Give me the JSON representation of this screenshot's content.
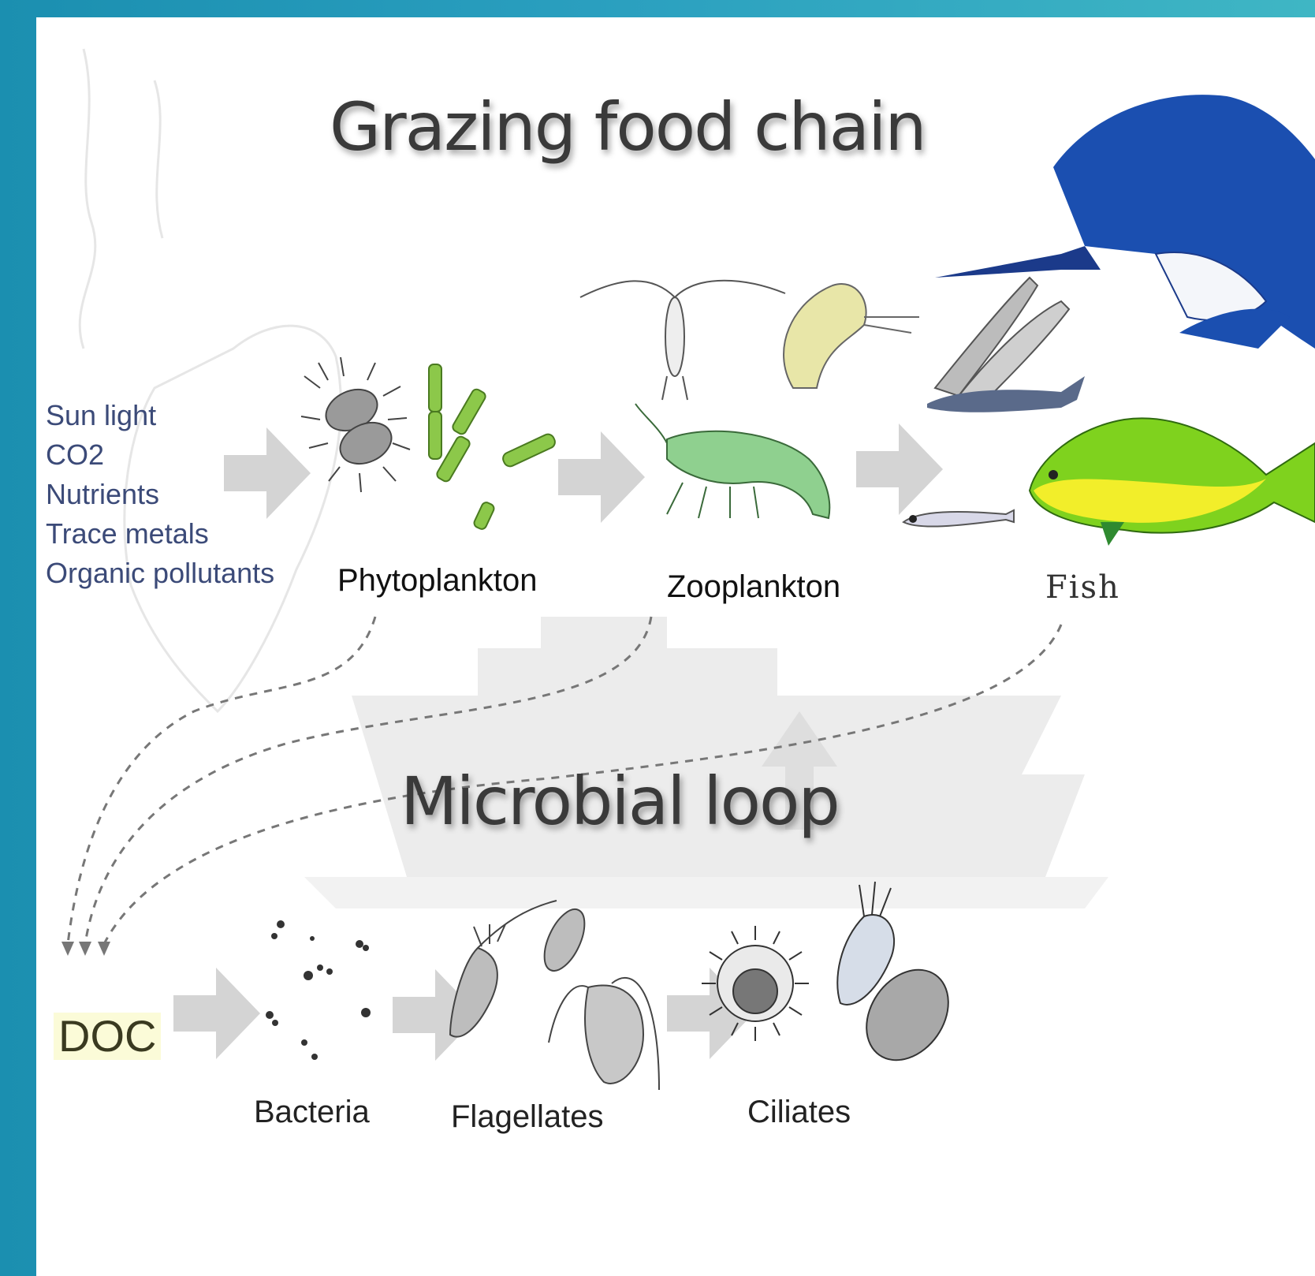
{
  "diagram": {
    "title_top": "Grazing food chain",
    "title_bottom": "Microbial loop",
    "inputs": [
      "Sun light",
      "CO2",
      "Nutrients",
      "Trace metals",
      "Organic pollutants"
    ],
    "grazing_chain": [
      "Phytoplankton",
      "Zooplankton",
      "Fish"
    ],
    "microbial_loop": [
      "DOC",
      "Bacteria",
      "Flagellates",
      "Ciliates"
    ]
  },
  "colors": {
    "background_left": "#1b8fb0",
    "background_right": "#3fb6c4",
    "arrow": "#d4d4d4",
    "inputs_text": "#3b4a78",
    "sailfish": "#1b4fb0",
    "mahi": "#7fd21e"
  }
}
